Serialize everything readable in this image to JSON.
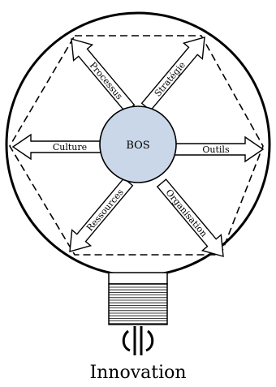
{
  "diagram": {
    "center": {
      "label": "BOS",
      "fill": "#c9d7e8"
    },
    "arrows": [
      {
        "id": "processus",
        "label": "Processus"
      },
      {
        "id": "strategie",
        "label": "Stratégie"
      },
      {
        "id": "culture",
        "label": "Culture"
      },
      {
        "id": "outils",
        "label": "Outils"
      },
      {
        "id": "ressources",
        "label": "Ressources"
      },
      {
        "id": "organisation",
        "label": "Organisation"
      }
    ],
    "caption": "Innovation"
  }
}
